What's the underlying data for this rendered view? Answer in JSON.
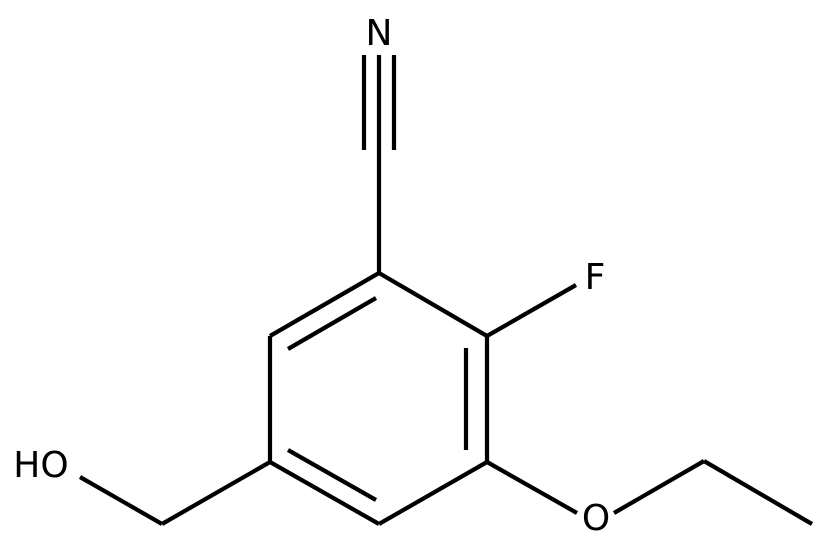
{
  "molecule": {
    "atoms": {
      "nitrogen": "N",
      "fluorine": "F",
      "oxygen_ether": "O",
      "hydroxyl": "HO"
    }
  }
}
